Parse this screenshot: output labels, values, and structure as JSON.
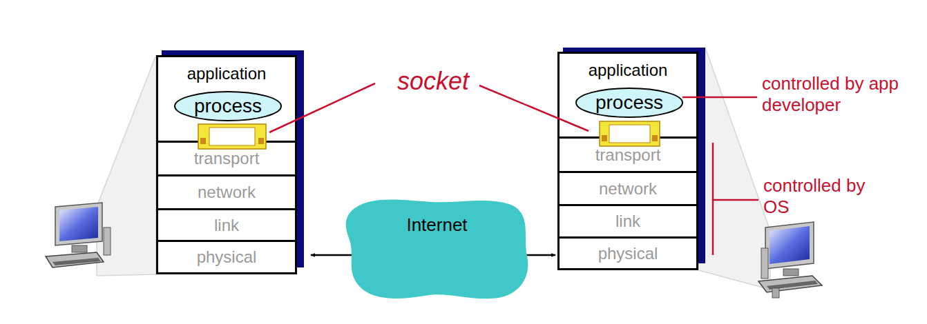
{
  "diagram": {
    "nodes": [
      {
        "text": [
          "application"
        ]
      },
      {
        "text": [
          "process"
        ],
        "in": 0
      },
      {
        "text": [
          "transport"
        ]
      },
      {
        "text": [
          "network"
        ]
      },
      {
        "text": [
          "link"
        ]
      },
      {
        "text": [
          "physical"
        ]
      },
      {
        "text": [
          "application"
        ]
      },
      {
        "text": [
          "process"
        ],
        "in": 6
      },
      {
        "text": [
          "transport"
        ]
      },
      {
        "text": [
          "network"
        ]
      },
      {
        "text": [
          "link"
        ]
      },
      {
        "text": [
          "physical"
        ]
      },
      {
        "text": [
          "Internet"
        ]
      }
    ],
    "edges": [
      {
        "from": 5,
        "to": 11,
        "arrow": "both"
      }
    ],
    "labels": [
      "socket",
      "controlled by app developer",
      "controlled by OS"
    ]
  }
}
